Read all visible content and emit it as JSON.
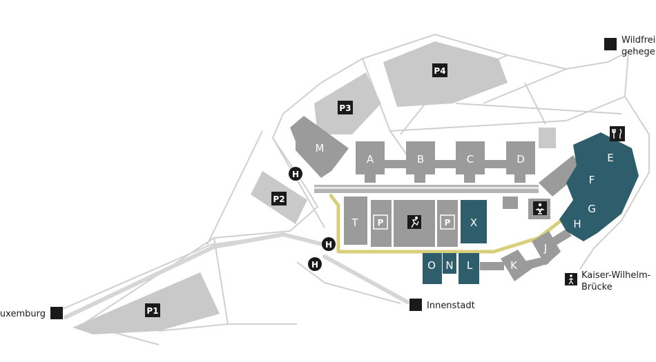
{
  "colors": {
    "campus_outline": "#cfcfcf",
    "parking_fill": "#c9c9c9",
    "building_gray": "#9b9b9b",
    "building_teal": "#2e5d6b",
    "path_yellow": "#d8cf7a",
    "marker_dark": "#1a1a1a"
  },
  "external_labels": {
    "wildfreigehege_line1": "Wildfrei-",
    "wildfreigehege_line2": "gehege",
    "luxemburg": "Luxemburg",
    "innenstadt": "Innenstadt",
    "kaiser_line1": "Kaiser-Wilhelm-",
    "kaiser_line2": "Brücke"
  },
  "parking": {
    "p1": "P1",
    "p2": "P2",
    "p3": "P3",
    "p4": "P4",
    "p_inner_1": "P",
    "p_inner_2": "P"
  },
  "bus_stop_label": "H",
  "buildings": {
    "a": "A",
    "b": "B",
    "c": "C",
    "d": "D",
    "e": "E",
    "f": "F",
    "g": "G",
    "h": "H",
    "j": "J",
    "k": "K",
    "l": "L",
    "m": "M",
    "n": "N",
    "o": "O",
    "t": "T",
    "x": "X"
  },
  "icons": [
    "restaurant-icon",
    "childcare-icon",
    "sports-icon",
    "pedestrian-icon",
    "bus-stop-icon",
    "parking-icon"
  ]
}
